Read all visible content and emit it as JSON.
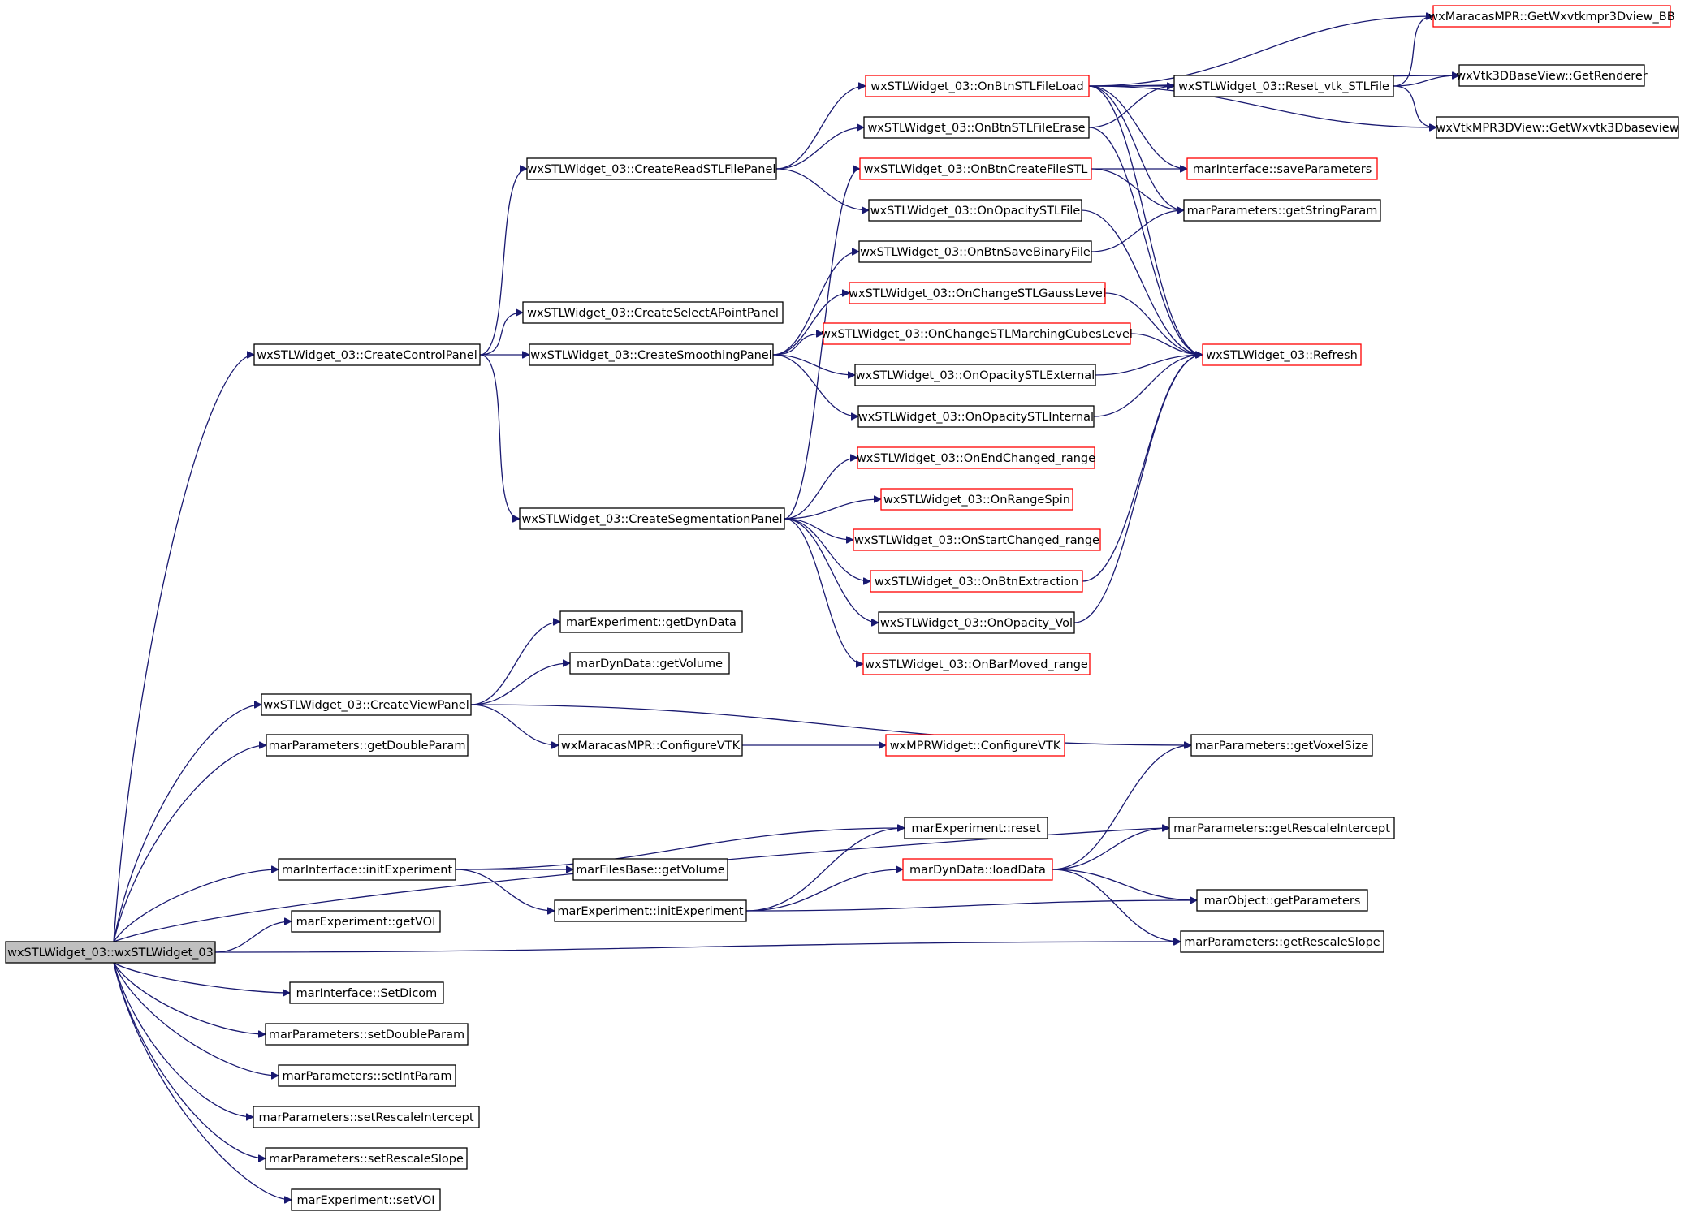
{
  "diagram": {
    "kind": "call-graph",
    "colors": {
      "edge": "#191970",
      "truncated_border": "#ff0000",
      "normal_border": "#000000",
      "root_fill": "#bfbfbf"
    },
    "nodes": [
      {
        "id": "root",
        "label": "wxSTLWidget_03::wxSTLWidget_03",
        "style": "root"
      },
      {
        "id": "ccp",
        "label": "wxSTLWidget_03::CreateControlPanel",
        "style": "normal"
      },
      {
        "id": "crsp",
        "label": "wxSTLWidget_03::CreateReadSTLFilePanel",
        "style": "normal"
      },
      {
        "id": "csapp",
        "label": "wxSTLWidget_03::CreateSelectAPointPanel",
        "style": "normal"
      },
      {
        "id": "csmp",
        "label": "wxSTLWidget_03::CreateSmoothingPanel",
        "style": "normal"
      },
      {
        "id": "csegp",
        "label": "wxSTLWidget_03::CreateSegmentationPanel",
        "style": "normal"
      },
      {
        "id": "onload",
        "label": "wxSTLWidget_03::OnBtnSTLFileLoad",
        "style": "red"
      },
      {
        "id": "onerase",
        "label": "wxSTLWidget_03::OnBtnSTLFileErase",
        "style": "normal"
      },
      {
        "id": "oncreate",
        "label": "wxSTLWidget_03::OnBtnCreateFileSTL",
        "style": "red"
      },
      {
        "id": "onopfile",
        "label": "wxSTLWidget_03::OnOpacitySTLFile",
        "style": "normal"
      },
      {
        "id": "onsavebin",
        "label": "wxSTLWidget_03::OnBtnSaveBinaryFile",
        "style": "normal"
      },
      {
        "id": "ongauss",
        "label": "wxSTLWidget_03::OnChangeSTLGaussLevel",
        "style": "red"
      },
      {
        "id": "onmarch",
        "label": "wxSTLWidget_03::OnChangeSTLMarchingCubesLevel",
        "style": "red"
      },
      {
        "id": "onopext",
        "label": "wxSTLWidget_03::OnOpacitySTLExternal",
        "style": "normal"
      },
      {
        "id": "onopint",
        "label": "wxSTLWidget_03::OnOpacitySTLInternal",
        "style": "normal"
      },
      {
        "id": "onendch",
        "label": "wxSTLWidget_03::OnEndChanged_range",
        "style": "red"
      },
      {
        "id": "onrangespin",
        "label": "wxSTLWidget_03::OnRangeSpin",
        "style": "red"
      },
      {
        "id": "onstartch",
        "label": "wxSTLWidget_03::OnStartChanged_range",
        "style": "red"
      },
      {
        "id": "onextract",
        "label": "wxSTLWidget_03::OnBtnExtraction",
        "style": "red"
      },
      {
        "id": "onopvol",
        "label": "wxSTLWidget_03::OnOpacity_Vol",
        "style": "normal"
      },
      {
        "id": "onbarmoved",
        "label": "wxSTLWidget_03::OnBarMoved_range",
        "style": "red"
      },
      {
        "id": "getbb",
        "label": "wxMaracasMPR::GetWxvtkmpr3Dview_BB",
        "style": "red"
      },
      {
        "id": "getrenderer",
        "label": "wxVtk3DBaseView::GetRenderer",
        "style": "normal"
      },
      {
        "id": "resetvtk",
        "label": "wxSTLWidget_03::Reset_vtk_STLFile",
        "style": "normal"
      },
      {
        "id": "getbaseview",
        "label": "wxVtkMPR3DView::GetWxvtk3Dbaseview",
        "style": "normal"
      },
      {
        "id": "saveparams",
        "label": "marInterface::saveParameters",
        "style": "red"
      },
      {
        "id": "getstring",
        "label": "marParameters::getStringParam",
        "style": "normal"
      },
      {
        "id": "refresh",
        "label": "wxSTLWidget_03::Refresh",
        "style": "red"
      },
      {
        "id": "cvp",
        "label": "wxSTLWidget_03::CreateViewPanel",
        "style": "normal"
      },
      {
        "id": "getdyndata",
        "label": "marExperiment::getDynData",
        "style": "normal"
      },
      {
        "id": "getvolume",
        "label": "marDynData::getVolume",
        "style": "normal"
      },
      {
        "id": "confvtk",
        "label": "wxMaracasMPR::ConfigureVTK",
        "style": "normal"
      },
      {
        "id": "mprconfvtk",
        "label": "wxMPRWidget::ConfigureVTK",
        "style": "red"
      },
      {
        "id": "getvoxel",
        "label": "marParameters::getVoxelSize",
        "style": "normal"
      },
      {
        "id": "getdouble",
        "label": "marParameters::getDoubleParam",
        "style": "normal"
      },
      {
        "id": "getrescint",
        "label": "marParameters::getRescaleIntercept",
        "style": "normal"
      },
      {
        "id": "ifinitexp",
        "label": "marInterface::initExperiment",
        "style": "normal"
      },
      {
        "id": "expreset",
        "label": "marExperiment::reset",
        "style": "normal"
      },
      {
        "id": "filesgetvol",
        "label": "marFilesBase::getVolume",
        "style": "normal"
      },
      {
        "id": "loaddata",
        "label": "marDynData::loadData",
        "style": "red"
      },
      {
        "id": "expinit",
        "label": "marExperiment::initExperiment",
        "style": "normal"
      },
      {
        "id": "getparams",
        "label": "marObject::getParameters",
        "style": "normal"
      },
      {
        "id": "getvoi",
        "label": "marExperiment::getVOI",
        "style": "normal"
      },
      {
        "id": "getrescslope",
        "label": "marParameters::getRescaleSlope",
        "style": "normal"
      },
      {
        "id": "setdicom",
        "label": "marInterface::SetDicom",
        "style": "normal"
      },
      {
        "id": "setdouble",
        "label": "marParameters::setDoubleParam",
        "style": "normal"
      },
      {
        "id": "setint",
        "label": "marParameters::setIntParam",
        "style": "normal"
      },
      {
        "id": "setrescint",
        "label": "marParameters::setRescaleIntercept",
        "style": "normal"
      },
      {
        "id": "setrescslope",
        "label": "marParameters::setRescaleSlope",
        "style": "normal"
      },
      {
        "id": "setvoi",
        "label": "marExperiment::setVOI",
        "style": "normal"
      }
    ],
    "edges": [
      [
        "root",
        "ccp"
      ],
      [
        "root",
        "cvp"
      ],
      [
        "root",
        "getdouble"
      ],
      [
        "root",
        "getrescint"
      ],
      [
        "root",
        "ifinitexp"
      ],
      [
        "root",
        "getvoi"
      ],
      [
        "root",
        "getrescslope"
      ],
      [
        "root",
        "setdicom"
      ],
      [
        "root",
        "setdouble"
      ],
      [
        "root",
        "setint"
      ],
      [
        "root",
        "setrescint"
      ],
      [
        "root",
        "setrescslope"
      ],
      [
        "root",
        "setvoi"
      ],
      [
        "ccp",
        "crsp"
      ],
      [
        "ccp",
        "csapp"
      ],
      [
        "ccp",
        "csmp"
      ],
      [
        "ccp",
        "csegp"
      ],
      [
        "crsp",
        "onload"
      ],
      [
        "crsp",
        "onerase"
      ],
      [
        "crsp",
        "onopfile"
      ],
      [
        "csmp",
        "onsavebin"
      ],
      [
        "csmp",
        "ongauss"
      ],
      [
        "csmp",
        "onmarch"
      ],
      [
        "csmp",
        "onopext"
      ],
      [
        "csmp",
        "onopint"
      ],
      [
        "csegp",
        "oncreate"
      ],
      [
        "csegp",
        "onendch"
      ],
      [
        "csegp",
        "onrangespin"
      ],
      [
        "csegp",
        "onstartch"
      ],
      [
        "csegp",
        "onextract"
      ],
      [
        "csegp",
        "onopvol"
      ],
      [
        "csegp",
        "onbarmoved"
      ],
      [
        "onload",
        "getbb"
      ],
      [
        "onload",
        "getrenderer"
      ],
      [
        "onload",
        "resetvtk"
      ],
      [
        "onload",
        "getbaseview"
      ],
      [
        "onload",
        "saveparams"
      ],
      [
        "onload",
        "getstring"
      ],
      [
        "onload",
        "refresh"
      ],
      [
        "onerase",
        "resetvtk"
      ],
      [
        "onerase",
        "refresh"
      ],
      [
        "resetvtk",
        "getbb"
      ],
      [
        "resetvtk",
        "getrenderer"
      ],
      [
        "resetvtk",
        "getbaseview"
      ],
      [
        "oncreate",
        "saveparams"
      ],
      [
        "oncreate",
        "getstring"
      ],
      [
        "onopfile",
        "refresh"
      ],
      [
        "onsavebin",
        "getstring"
      ],
      [
        "ongauss",
        "refresh"
      ],
      [
        "onmarch",
        "refresh"
      ],
      [
        "onopext",
        "refresh"
      ],
      [
        "onopint",
        "refresh"
      ],
      [
        "onextract",
        "refresh"
      ],
      [
        "onopvol",
        "refresh"
      ],
      [
        "cvp",
        "getdyndata"
      ],
      [
        "cvp",
        "getvolume"
      ],
      [
        "cvp",
        "confvtk"
      ],
      [
        "cvp",
        "getvoxel"
      ],
      [
        "confvtk",
        "mprconfvtk"
      ],
      [
        "ifinitexp",
        "expreset"
      ],
      [
        "ifinitexp",
        "filesgetvol"
      ],
      [
        "ifinitexp",
        "expinit"
      ],
      [
        "expinit",
        "expreset"
      ],
      [
        "expinit",
        "loaddata"
      ],
      [
        "expinit",
        "getparams"
      ],
      [
        "loaddata",
        "getvoxel"
      ],
      [
        "loaddata",
        "getrescint"
      ],
      [
        "loaddata",
        "getparams"
      ],
      [
        "loaddata",
        "getrescslope"
      ]
    ]
  }
}
